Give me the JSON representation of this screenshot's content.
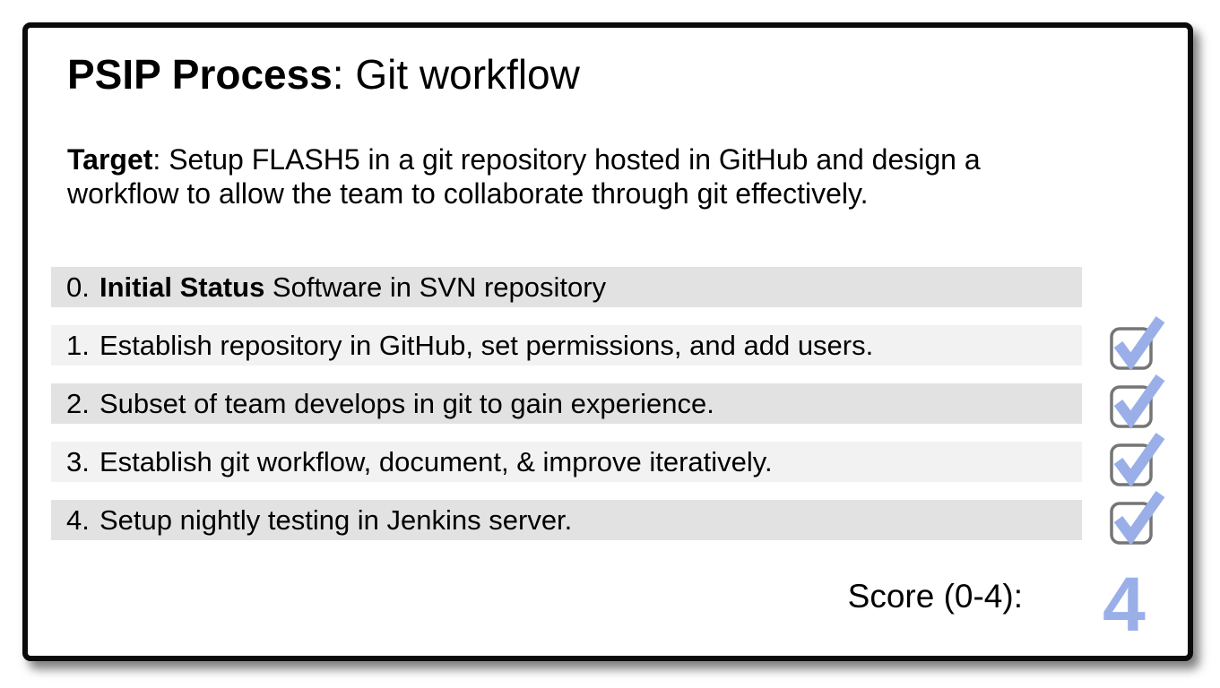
{
  "slide": {
    "title": {
      "prefix_bold": "PSIP Process",
      "suffix": ": Git workflow"
    },
    "target": {
      "label_bold": "Target",
      "text": ": Setup FLASH5 in a git repository hosted in GitHub and design a workflow to allow the team to collaborate through git effectively."
    },
    "steps": [
      {
        "number": "0.",
        "bold": "Initial Status",
        "text": " Software in SVN repository",
        "checked": false
      },
      {
        "number": "1.",
        "bold": "",
        "text": "Establish repository in GitHub, set permissions, and add users.",
        "checked": true
      },
      {
        "number": "2.",
        "bold": "",
        "text": "Subset of team develops in git to gain experience.",
        "checked": true
      },
      {
        "number": "3.",
        "bold": "",
        "text": "Establish git workflow, document, & improve iteratively.",
        "checked": true
      },
      {
        "number": "4.",
        "bold": "",
        "text": "Setup nightly testing in Jenkins server.",
        "checked": true
      }
    ],
    "score": {
      "label": "Score (0-4):",
      "value": "4"
    },
    "colors": {
      "accent_blue": "#9aafe8",
      "row_dark": "#e2e2e2",
      "row_light": "#f2f2f2",
      "checkbox_border": "#757575"
    }
  }
}
